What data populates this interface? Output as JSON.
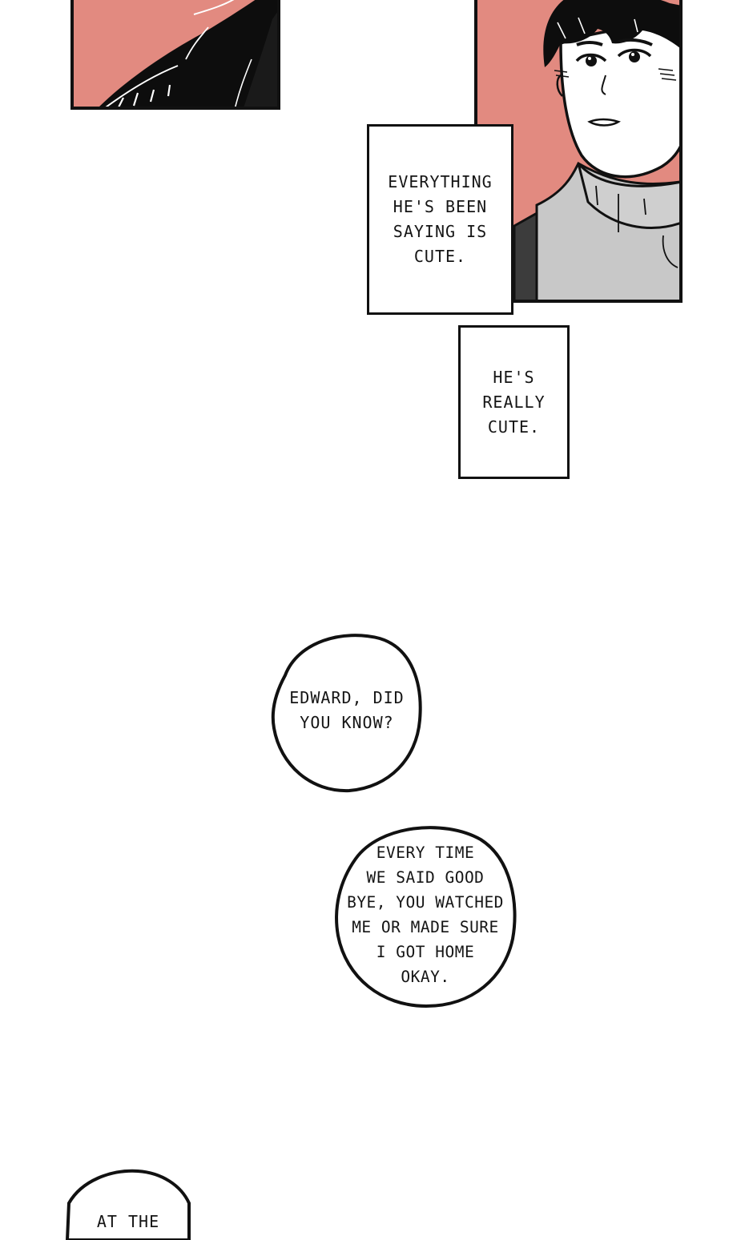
{
  "captions": [
    {
      "text": "EVERYTHING\nHE'S BEEN\nSAYING IS\nCUTE."
    },
    {
      "text": "HE'S\nREALLY\nCUTE."
    }
  ],
  "bubbles": [
    {
      "text": "EDWARD, DID\nYOU KNOW?"
    },
    {
      "text": "EVERY TIME\nWE SAID GOOD\nBYE, YOU WATCHED\nME OR MADE SURE\nI GOT HOME\nOKAY."
    },
    {
      "text": "AT THE"
    }
  ],
  "colors": {
    "panel_background": "#e28a80",
    "sweater_gray": "#c8c8c8",
    "ink": "#111111",
    "paper": "#ffffff"
  }
}
